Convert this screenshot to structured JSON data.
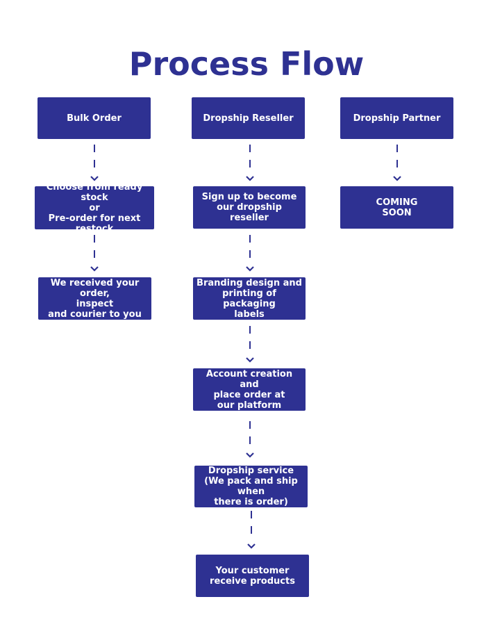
{
  "title": "Process Flow",
  "columns": [
    {
      "header": "Bulk Order",
      "steps": [
        "Choose from ready stock\nor\nPre-order for next restock",
        "We received your order,\ninspect\nand courier to you"
      ]
    },
    {
      "header": "Dropship Reseller",
      "steps": [
        "Sign up to become\nour dropship reseller",
        "Branding design and\nprinting of packaging\nlabels",
        "Account creation and\nplace order at\nour platform",
        "Dropship service\n(We pack and ship when\nthere is order)",
        "Your customer\nreceive products"
      ]
    },
    {
      "header": "Dropship Partner",
      "steps": [
        "COMING\nSOON"
      ]
    }
  ],
  "colors": {
    "box": "#2e3192",
    "text": "#ffffff",
    "title": "#2e3192"
  }
}
